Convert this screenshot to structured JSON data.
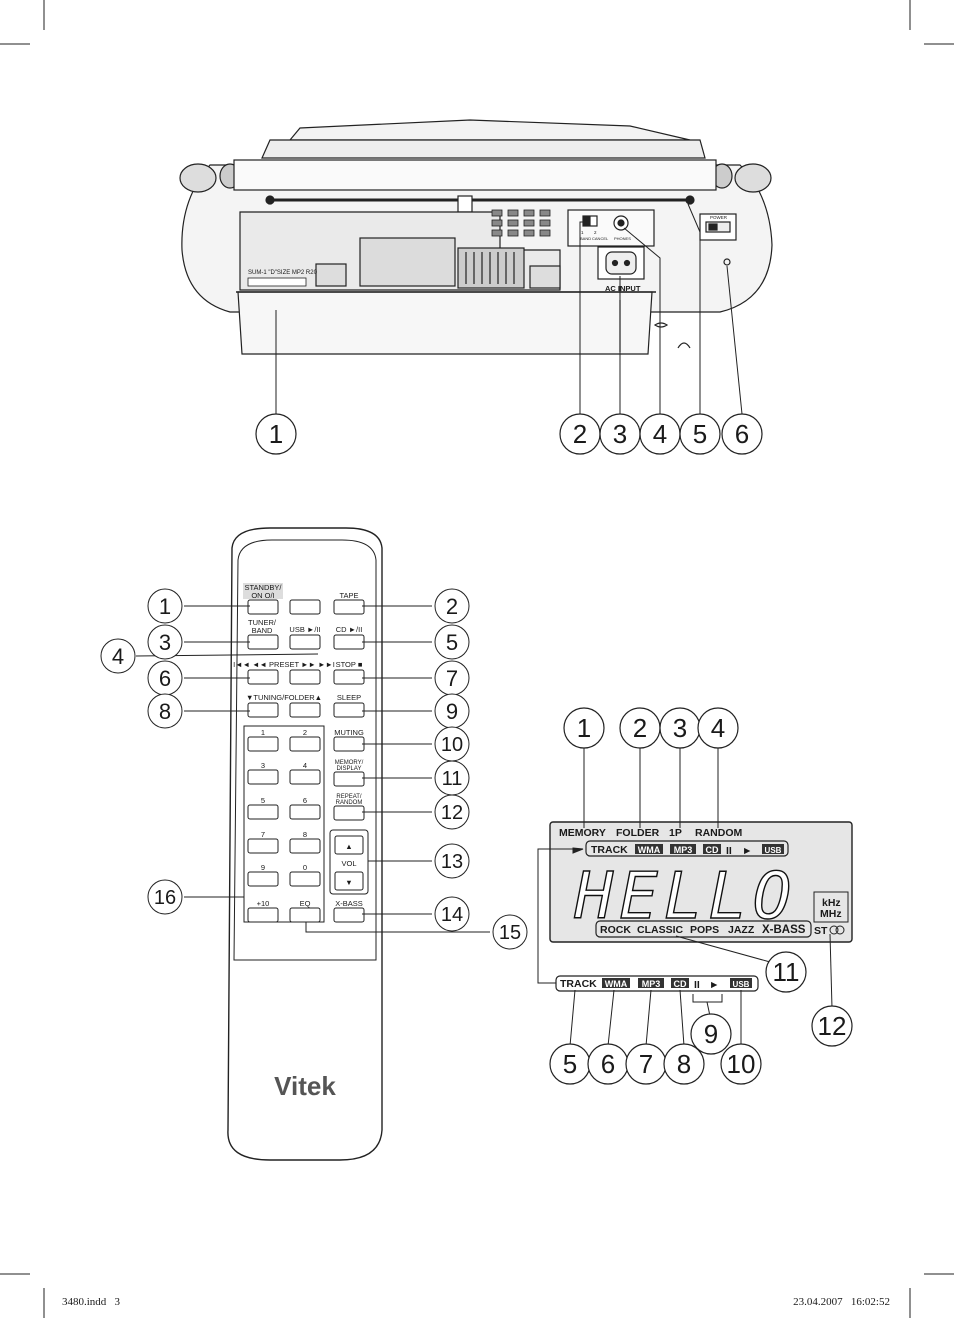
{
  "unit_rear": {
    "rear_labels": {
      "battery_sizes": "SUM-1 \"D\"SIZE MP2 R20",
      "ac_input": "AC INPUT",
      "power": "POWER",
      "switch_positions": [
        "1",
        "2"
      ],
      "switch_caption": "BAND",
      "cancel": "CANCEL",
      "phones": "PHONES"
    },
    "callouts": [
      "1",
      "2",
      "3",
      "4",
      "5",
      "6"
    ]
  },
  "remote": {
    "brand": "Vitek",
    "buttons": {
      "standby": "STANDBY/\nON O/I",
      "tape": "TAPE",
      "tuner_band": "TUNER/\nBAND",
      "usb": "USB ►/II",
      "cd": "CD ►/II",
      "preset": "I◄◄ ◄◄ PRESET ►► ►►I",
      "stop": "STOP ■",
      "tuning_folder": "▼TUNING/FOLDER▲",
      "sleep": "SLEEP",
      "muting": "MUTING",
      "memory_display": "MEMORY/\nDISPLAY",
      "repeat_random": "REPEAT/\nRANDOM",
      "vol": "VOL",
      "vol_up": "▲",
      "vol_down": "▼",
      "plus10": "+10",
      "eq": "EQ",
      "xbass": "X-BASS"
    },
    "number_keys": [
      "1",
      "2",
      "3",
      "4",
      "5",
      "6",
      "7",
      "8",
      "9",
      "0"
    ],
    "callouts": [
      "1",
      "2",
      "3",
      "4",
      "5",
      "6",
      "7",
      "8",
      "9",
      "10",
      "11",
      "12",
      "13",
      "14",
      "15",
      "16"
    ]
  },
  "lcd_panel": {
    "top_labels": [
      "MEMORY",
      "FOLDER",
      "1P",
      "RANDOM"
    ],
    "indicators": [
      "TRACK",
      "WMA",
      "MP3",
      "CD",
      "II",
      "►",
      "USB"
    ],
    "main_text": "HELLO",
    "eq_modes": [
      "ROCK",
      "CLASSIC",
      "POPS",
      "JAZZ",
      "X-BASS"
    ],
    "freq_units": [
      "kHz",
      "MHz"
    ],
    "stereo": "ST",
    "callouts_top": [
      "1",
      "2",
      "3",
      "4"
    ],
    "callouts_side": [
      "11",
      "12"
    ],
    "callouts_bottom": [
      "5",
      "6",
      "7",
      "8",
      "9",
      "10"
    ]
  },
  "footer": {
    "file": "3480.indd   3",
    "date": "23.04.2007   16:02:52"
  }
}
